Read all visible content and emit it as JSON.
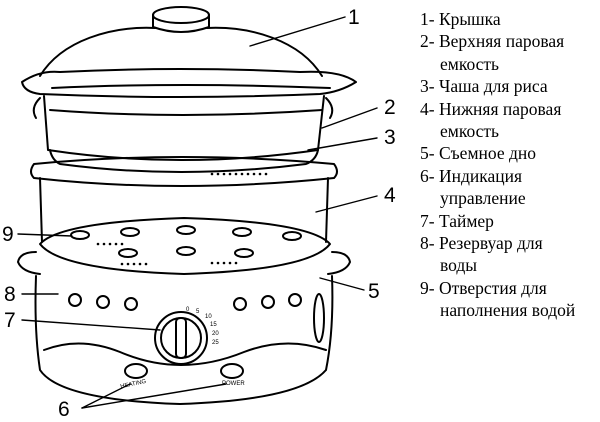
{
  "callouts": [
    "1",
    "2",
    "3",
    "4",
    "5",
    "6",
    "7",
    "8",
    "9"
  ],
  "panel_labels": {
    "heating": "HEATING",
    "power": "POWER"
  },
  "timer_scale": [
    "0",
    "5",
    "10",
    "15",
    "20",
    "25"
  ],
  "legend": [
    "1- Крышка",
    "2- Верхняя паровая",
    "емкость",
    "3- Чаша для риса",
    "4- Нижняя паровая",
    "емкость",
    "5- Съемное дно",
    "6- Индикация",
    "управление",
    "7- Таймер",
    "8- Резервуар для",
    "воды",
    "9- Отверстия для",
    "наполнения водой"
  ]
}
